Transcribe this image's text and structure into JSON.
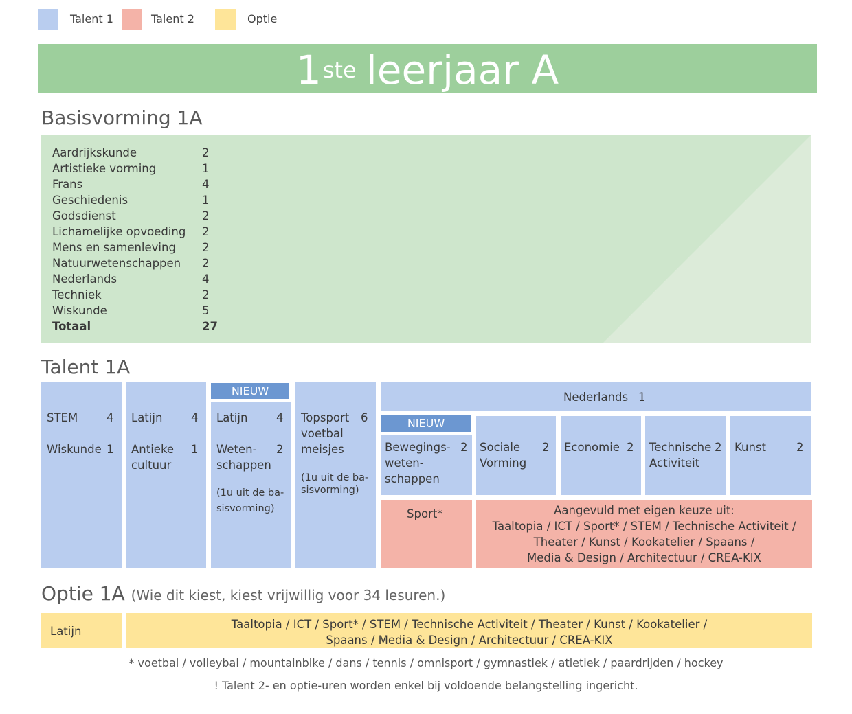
{
  "legend": [
    {
      "label": "Talent 1",
      "color": "#b9cdef"
    },
    {
      "label": "Talent 2",
      "color": "#f4b3a8"
    },
    {
      "label": "Optie",
      "color": "#fee599"
    }
  ],
  "banner": {
    "number": "1",
    "sup": "ste",
    "text": "leerjaar A",
    "color": "#9dcf9c"
  },
  "basis": {
    "title": "Basisvorming 1A",
    "rows": [
      {
        "name": "Aardrijkskunde",
        "hours": "2"
      },
      {
        "name": "Artistieke vorming",
        "hours": "1"
      },
      {
        "name": "Frans",
        "hours": "4"
      },
      {
        "name": "Geschiedenis",
        "hours": "1"
      },
      {
        "name": "Godsdienst",
        "hours": "2"
      },
      {
        "name": "Lichamelijke opvoeding",
        "hours": "2"
      },
      {
        "name": "Mens en samenleving",
        "hours": "2"
      },
      {
        "name": "Natuurwetenschappen",
        "hours": "2"
      },
      {
        "name": "Nederlands",
        "hours": "4"
      },
      {
        "name": "Techniek",
        "hours": "2"
      },
      {
        "name": "Wiskunde",
        "hours": "5"
      }
    ],
    "total": {
      "name": "Totaal",
      "hours": "27"
    }
  },
  "talent": {
    "title": "Talent 1A",
    "col1": {
      "a": "STEM",
      "a_h": "4",
      "b": "Wiskunde",
      "b_h": "1"
    },
    "col2": {
      "a": "Latijn",
      "a_h": "4",
      "b1": "Antieke",
      "b2": "cultuur",
      "b_h": "1"
    },
    "col3": {
      "badge": "NIEUW",
      "a": "Latijn",
      "a_h": "4",
      "b1": "Weten-",
      "b2": "schappen",
      "b_h": "2",
      "n1": "(1u uit de ba-",
      "n2": "sisvorming)"
    },
    "col4": {
      "a1": "Topsport",
      "a2": "voetbal",
      "a3": "meisjes",
      "a_h": "6",
      "n1": "(1u uit de ba-",
      "n2": "sisvorming)"
    },
    "nederlands": {
      "label": "Nederlands",
      "hours": "1"
    },
    "beweging": {
      "badge": "NIEUW",
      "l1": "Bewegings-",
      "l2": "weten-",
      "l3": "schappen",
      "hours": "2"
    },
    "sociale": {
      "l1": "Sociale",
      "l2": "Vorming",
      "hours": "2"
    },
    "economie": {
      "l1": "Economie",
      "hours": "2"
    },
    "technische": {
      "l1": "Technische",
      "l2": "Activiteit",
      "hours": "2"
    },
    "kunst": {
      "l1": "Kunst",
      "hours": "2"
    },
    "sport": {
      "label": "Sport*"
    },
    "aangevuld": {
      "l1": "Aangevuld met eigen keuze uit:",
      "l2": "Taaltopia / ICT / Sport* / STEM / Technische Activiteit /",
      "l3": "Theater / Kunst / Kookatelier  / Spaans /",
      "l4": "Media & Design  / Architectuur / CREA-KIX"
    }
  },
  "optie": {
    "title": "Optie 1A",
    "subtitle": "(Wie dit kiest, kiest vrijwillig voor 34 lesuren.)",
    "latijn": "Latijn",
    "l1": "Taaltopia / ICT / Sport* / STEM / Technische Activiteit / Theater / Kunst / Kookatelier /",
    "l2": "Spaans / Media & Design  / Architectuur / CREA-KIX"
  },
  "footnote": "* voetbal / volleybal / mountainbike / dans / tennis / omnisport / gymnastiek / atletiek / paardrijden / hockey",
  "notice": "! Talent 2- en optie-uren worden enkel bij voldoende belangstelling ingericht."
}
